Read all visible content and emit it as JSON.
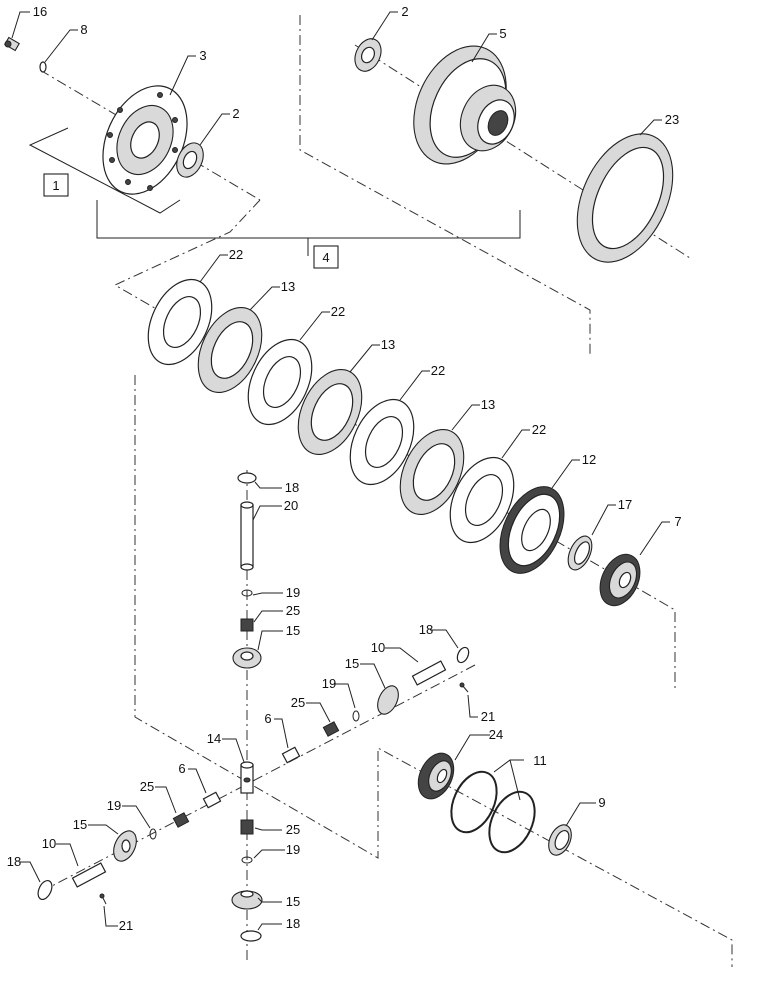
{
  "callouts": {
    "c16": "16",
    "c8": "8",
    "c3": "3",
    "c2a": "2",
    "c1": "1",
    "c2b": "2",
    "c5": "5",
    "c23": "23",
    "c4": "4",
    "c22a": "22",
    "c13a": "13",
    "c22b": "22",
    "c13b": "13",
    "c22c": "22",
    "c13c": "13",
    "c22d": "22",
    "c12": "12",
    "c17": "17",
    "c7": "7",
    "c18a": "18",
    "c20": "20",
    "c19a": "19",
    "c25a": "25",
    "c15a": "15",
    "c18b": "18",
    "c10a": "10",
    "c15b": "15",
    "c19b": "19",
    "c21a": "21",
    "c25b": "25",
    "c6a": "6",
    "c14": "14",
    "c24": "24",
    "c11": "11",
    "c6b": "6",
    "c25c": "25",
    "c19c": "19",
    "c9": "9",
    "c15c": "15",
    "c10b": "10",
    "c18c": "18",
    "c21b": "21",
    "c25d": "25",
    "c19d": "19",
    "c15d": "15",
    "c18d": "18"
  }
}
